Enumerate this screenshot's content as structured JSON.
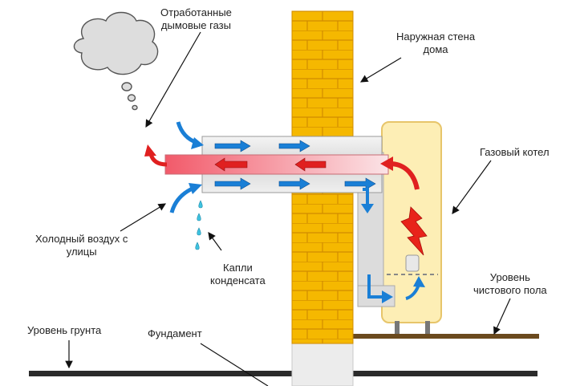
{
  "labels": {
    "exhaust_gases": [
      "Отработанные",
      "дымовые газы"
    ],
    "outer_wall": [
      "Наружная стена",
      "дома"
    ],
    "gas_boiler": "Газовый котел",
    "cold_air": [
      "Холодный воздух с",
      "улицы"
    ],
    "condensate": [
      "Капли",
      "конденсата"
    ],
    "floor_level": [
      "Уровень",
      "чистового пола"
    ],
    "ground_level": "Уровень грунта",
    "foundation": "Фундамент"
  },
  "colors": {
    "brick": "#f5b800",
    "brick_mortar": "#d18c00",
    "hot_flow": "#e02020",
    "cold_flow": "#1a7fd6",
    "boiler_body": "#fdeeb5",
    "pipe_outer": "#e6e6e6",
    "flame": "#e8231a",
    "cloud": "#dddddd"
  }
}
